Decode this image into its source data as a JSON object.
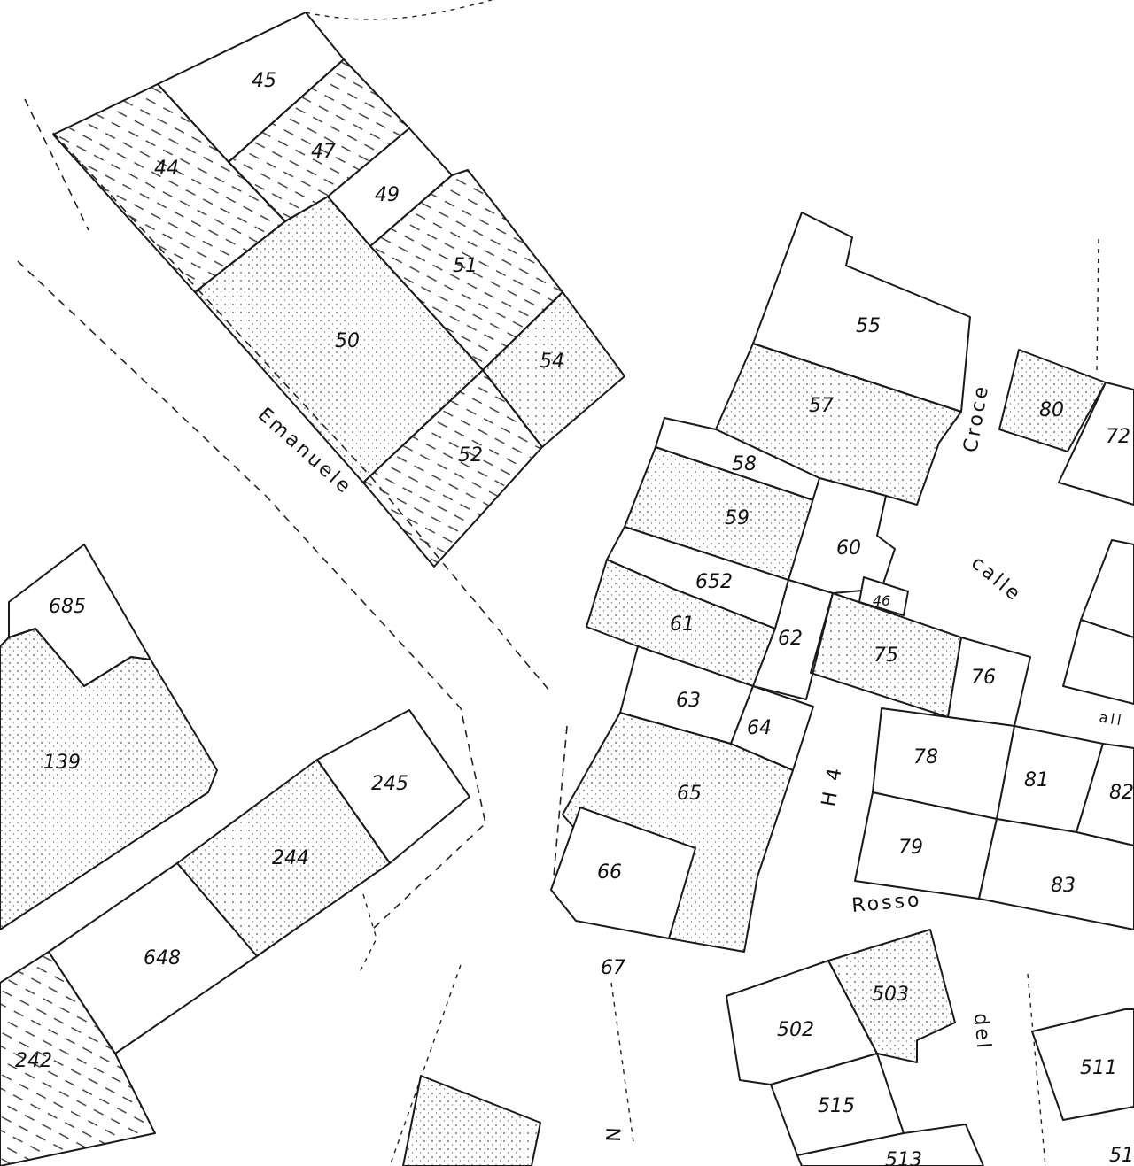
{
  "parcels": [
    {
      "id": "45"
    },
    {
      "id": "44"
    },
    {
      "id": "47"
    },
    {
      "id": "49"
    },
    {
      "id": "51"
    },
    {
      "id": "50"
    },
    {
      "id": "54"
    },
    {
      "id": "52"
    },
    {
      "id": "55"
    },
    {
      "id": "57"
    },
    {
      "id": "58"
    },
    {
      "id": "59"
    },
    {
      "id": "60"
    },
    {
      "id": "652"
    },
    {
      "id": "61"
    },
    {
      "id": "62"
    },
    {
      "id": "46"
    },
    {
      "id": "75"
    },
    {
      "id": "76"
    },
    {
      "id": "63"
    },
    {
      "id": "64"
    },
    {
      "id": "65"
    },
    {
      "id": "66"
    },
    {
      "id": "67"
    },
    {
      "id": "80"
    },
    {
      "id": "72"
    },
    {
      "id": "78"
    },
    {
      "id": "81"
    },
    {
      "id": "82"
    },
    {
      "id": "79"
    },
    {
      "id": "83"
    },
    {
      "id": "685"
    },
    {
      "id": "139"
    },
    {
      "id": "245"
    },
    {
      "id": "244"
    },
    {
      "id": "648"
    },
    {
      "id": "242"
    },
    {
      "id": "502"
    },
    {
      "id": "503"
    },
    {
      "id": "515"
    },
    {
      "id": "511"
    },
    {
      "id": "513"
    },
    {
      "id": "51"
    }
  ],
  "streets": {
    "emanuele": "Emanuele",
    "croce": "Croce",
    "calle": "calle",
    "rosso": "Rosso",
    "h4": "H 4",
    "del": "del",
    "n": "N",
    "all": "all"
  }
}
